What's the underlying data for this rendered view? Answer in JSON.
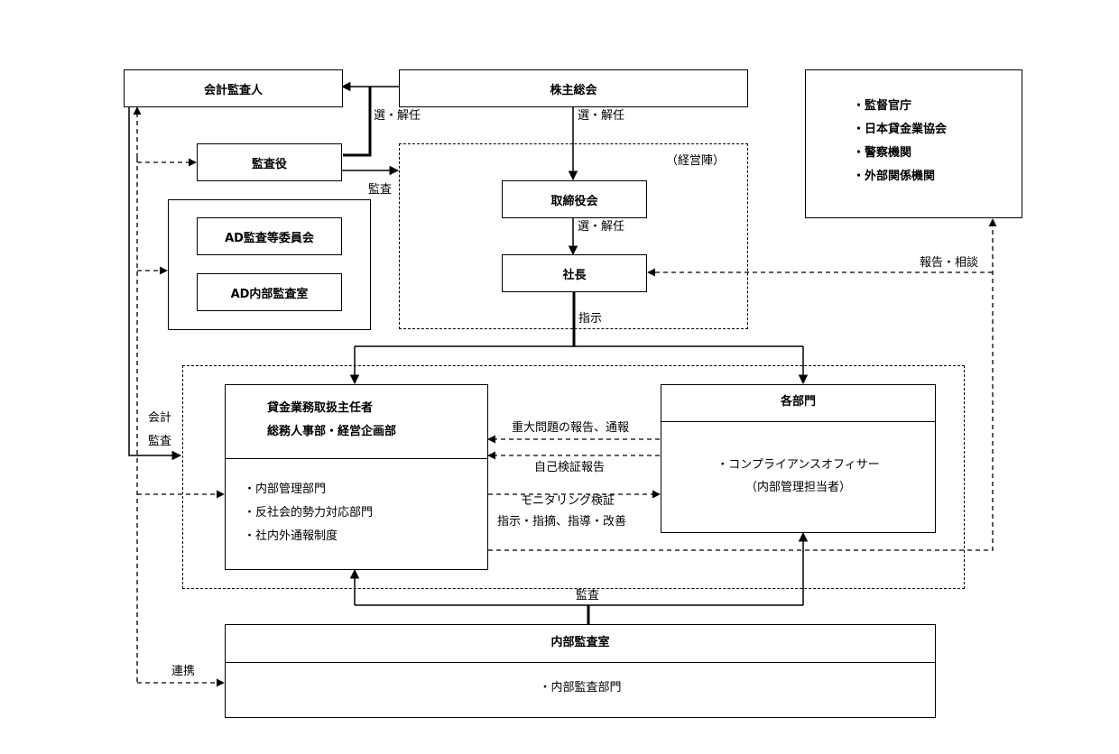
{
  "nodes": {
    "auditor_accountant": "会計監査人",
    "shareholders": "株主総会",
    "statutory_auditor": "監査役",
    "ad_audit_committee": "AD監査等委員会",
    "ad_internal_audit": "AD内部監査室",
    "management_label": "（経営陣）",
    "board": "取締役会",
    "president": "社長",
    "external_orgs": [
      "・監督官庁",
      "・日本貸金業協会",
      "・警察機関",
      "・外部関係機関"
    ],
    "lending_manager": {
      "line1": "貸金業務取扱主任者",
      "line2": "総務人事部・経営企画部"
    },
    "internal_control_items": [
      "・内部管理部門",
      "・反社会的勢力対応部門",
      "・社内外通報制度"
    ],
    "departments": "各部門",
    "compliance_officer": {
      "line1": "・コンプライアンスオフィサー",
      "line2": "（内部管理担当者）"
    },
    "internal_audit_room": "内部監査室",
    "internal_audit_dept": "・内部監査部門"
  },
  "edges": {
    "elect_dismiss_1": "選・解任",
    "elect_dismiss_2": "選・解任",
    "elect_dismiss_3": "選・解任",
    "audit_1": "監査",
    "instruction": "指示",
    "report_consult": "報告・相談",
    "accounting": "会計",
    "audit_2": "監査",
    "major_issue_report": "重大問題の報告、通報",
    "self_verify_report": "自己検証報告",
    "monitoring": "モニタリング検証",
    "instruct_guide": "指示・指摘、指導・改善",
    "audit_3": "監査",
    "cooperation": "連携"
  }
}
